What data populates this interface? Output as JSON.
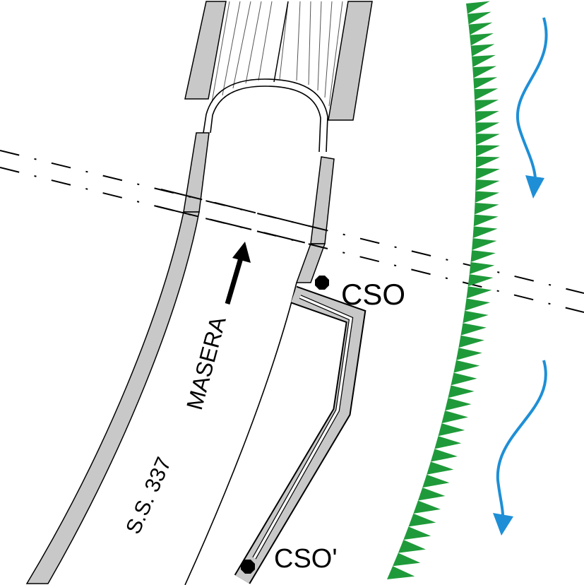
{
  "labels": {
    "cso": "CSO",
    "cso_prime": "CSO'",
    "masera": "MASERA",
    "road": "S.S. 337"
  },
  "colors": {
    "road_fill": "#c8c8c8",
    "outline": "#000000",
    "escarpment": "#1f9a3a",
    "flow_arrow": "#1e8fd6",
    "background": "#ffffff"
  },
  "icons": {
    "north_arrow": "arrow-up-icon",
    "flow": "wavy-arrow-icon",
    "point": "octagon-marker-icon"
  }
}
